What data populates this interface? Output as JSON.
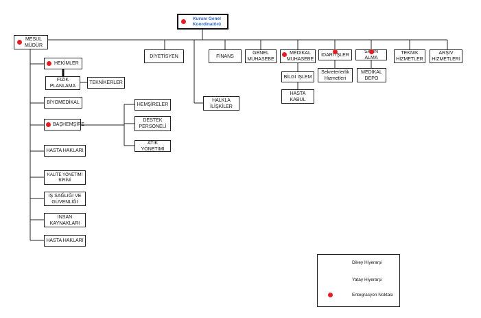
{
  "colors": {
    "line": "#222222",
    "integration_dot": "#e31e24",
    "root_text": "#2a62c9"
  },
  "nodes": {
    "root": "Kurum Genel\nKoordinatörü",
    "mesul_mudur": "MESUL\nMÜDÜR",
    "hekimler": "HEKİMLER",
    "fizik_planlama": "FİZİK\nPLANLAMA",
    "teknikerler": "TEKNİKERLER",
    "biyomedikal": "BİYOMEDİKAL",
    "bashemsire": "BAŞHEMŞİRE",
    "hemsireler": "HEMŞİRELER",
    "destek_personeli": "DESTEK\nPERSONELİ",
    "atik_yonetimi": "ATIK YÖNETİMİ",
    "hasta_haklari_1": "HASTA HAKLARI",
    "kalite_yonetimi": "KALİTE YÖNETİMİ\nBİRİMİ",
    "is_sagligi": "İŞ SAĞLIĞI VE\nGÜVENLİĞİ",
    "insan_kaynaklari": "İNSAN\nKAYNAKLARI",
    "hasta_haklari_2": "HASTA HAKLARI",
    "diyetisyen": "DİYETİSYEN",
    "halkla_iliskiler": "HALKLA\nİLİŞKİLER",
    "finans": "FİNANS",
    "genel_muhasebe": "GENEL\nMUHASEBE",
    "medikal_muhasebe": "MEDİKAL\nMUHASEBE",
    "bilgi_islem": "BİLGİ İŞLEM",
    "hasta_kabul": "HASTA\nKABUL",
    "idari_isler": "İDARİ İŞLER",
    "sekreterlik": "Sekreterlerlik\nHizmetleri",
    "satin_alma": "SATIN ALMA",
    "medikal_depo": "MEDİKAL\nDEPO",
    "teknik_hizmetler": "TEKNİK\nHİZMETLER",
    "arsiv_hizmetleri": "ARŞİV\nHİZMETLERİ"
  },
  "legend": {
    "vertical": "Dikey Hiyerarşi",
    "horizontal": "Yatay Hiyerarşi",
    "integration": "Entegrasyon Noktası"
  }
}
